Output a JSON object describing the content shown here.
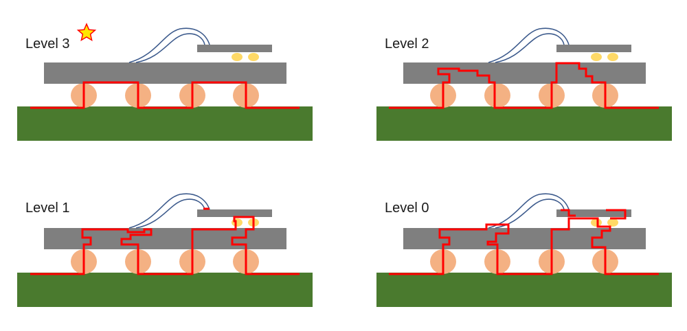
{
  "panels": [
    {
      "id": "p3",
      "label": "Level 3",
      "marker": "star-icon"
    },
    {
      "id": "p2",
      "label": "Level 2"
    },
    {
      "id": "p1",
      "label": "Level 1"
    },
    {
      "id": "p0",
      "label": "Level 0"
    }
  ],
  "colors": {
    "substrate": "#4a7a2e",
    "interposer": "#7f7f7f",
    "solder_ball": "#f4b183",
    "micro_bump": "#ffd966",
    "route_line": "#ff0000",
    "wire_bond": "#3c5a8c",
    "star_fill": "#ffe600",
    "star_stroke": "#ff0000"
  }
}
